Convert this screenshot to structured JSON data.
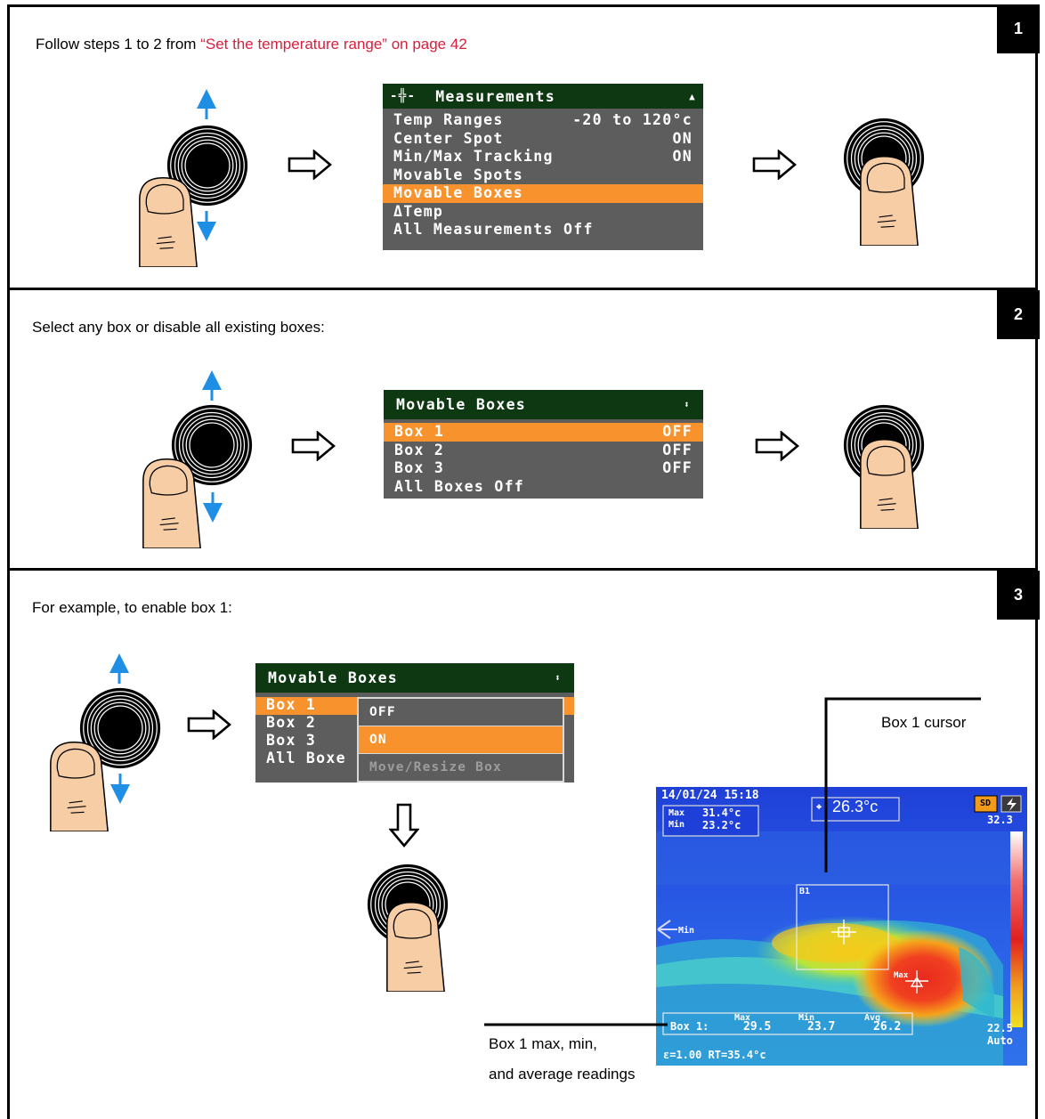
{
  "steps": [
    {
      "number": "1",
      "instruction_prefix": "Follow steps 1 to 2 from ",
      "instruction_link": "“Set the temperature range” on page 42",
      "menu": {
        "title": "Measurements",
        "items": [
          {
            "label": "Temp Ranges",
            "value": "-20 to 120°c"
          },
          {
            "label": "Center Spot",
            "value": "ON"
          },
          {
            "label": "Min/Max Tracking",
            "value": "ON"
          },
          {
            "label": "Movable Spots",
            "value": ""
          },
          {
            "label": "Movable Boxes",
            "value": "",
            "selected": true
          },
          {
            "label": "ΔTemp",
            "value": ""
          },
          {
            "label": "All Measurements Off",
            "value": ""
          }
        ]
      }
    },
    {
      "number": "2",
      "instruction": "Select any box or disable all existing boxes:",
      "menu": {
        "title": "Movable Boxes",
        "items": [
          {
            "label": "Box 1",
            "value": "OFF",
            "selected": true
          },
          {
            "label": "Box 2",
            "value": "OFF"
          },
          {
            "label": "Box 3",
            "value": "OFF"
          },
          {
            "label": "All Boxes Off",
            "value": ""
          }
        ]
      }
    },
    {
      "number": "3",
      "instruction": "For example, to enable box 1:",
      "menu": {
        "title": "Movable Boxes",
        "items": [
          "Box 1",
          "Box 2",
          "Box 3",
          "All Boxe"
        ],
        "dropdown": [
          {
            "label": "OFF"
          },
          {
            "label": "ON",
            "selected": true
          },
          {
            "label": "Move/Resize Box",
            "disabled": true
          }
        ]
      }
    }
  ],
  "thermal": {
    "datetime": "14/01/24 15:18",
    "max_label": "Max",
    "max_value": "31.4°c",
    "min_label": "Min",
    "min_value": "23.2°c",
    "center_temp": "26.3°c",
    "sd_label": "SD",
    "scale_top": "32.3",
    "scale_bottom": "22.5",
    "scale_mode": "Auto",
    "box_tag": "B1",
    "min_marker": "Min",
    "max_marker": "Max",
    "box_label": "Box 1:",
    "box_readings": [
      {
        "label": "Max",
        "value": "29.5"
      },
      {
        "label": "Min",
        "value": "23.7"
      },
      {
        "label": "Avg",
        "value": "26.2"
      }
    ],
    "emissivity": "ε=1.00 RT=35.4°c"
  },
  "callouts": {
    "cursor": "Box 1 cursor",
    "readings_line1": "Box 1 max, min,",
    "readings_line2": "and average readings"
  },
  "colors": {
    "lcd_header": "#0d3812",
    "lcd_body": "#5d5d5d",
    "lcd_highlight": "#f7922d",
    "link": "#d91e3c",
    "scroll_arrow": "#1f8fe6",
    "thumb": "#f6cda5"
  },
  "icons": [
    "navigation-joystick-icon",
    "hollow-right-arrow-icon",
    "hollow-down-arrow-icon",
    "thumb-icon",
    "up-arrow-icon",
    "down-arrow-icon"
  ]
}
